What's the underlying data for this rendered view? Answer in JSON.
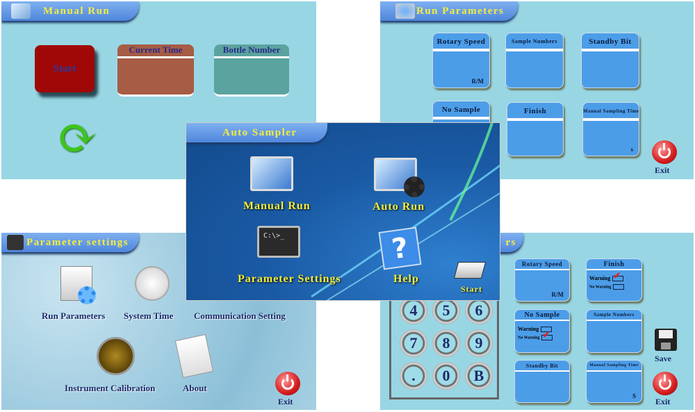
{
  "manual_run": {
    "title": "Manual Run",
    "start": "Start",
    "current_time": "Current Time",
    "bottle_number": "Bottle Number"
  },
  "run_parameters": {
    "title": "Run Parameters",
    "rotary_speed": "Rotary Speed",
    "rotary_unit": "R/M",
    "sample_numbers": "Sample Numbers",
    "standby_bit": "Standby Bit",
    "no_sample": "No Sample",
    "finish": "Finish",
    "manual_sampling_time": "Manual Sampling Time",
    "time_unit": "s",
    "exit": "Exit"
  },
  "parameter_settings": {
    "title": "Parameter settings",
    "items": [
      "Run Parameters",
      "System Time",
      "Communication Setting",
      "Instrument Calibration",
      "About"
    ],
    "exit": "Exit"
  },
  "auto_run_params": {
    "title_fragment": "rs",
    "rotary_speed": "Rotary Speed",
    "rotary_unit": "R/M",
    "finish": "Finish",
    "warning": "Warning",
    "no_warning": "No Warning",
    "finish_warning_checked": true,
    "no_sample": "No Sample",
    "no_sample_no_warning_checked": true,
    "sample_numbers": "Sample Numbers",
    "standby_bit": "Standby Bit",
    "manual_sampling_time": "Manual Sampling Time",
    "time_unit": "S",
    "keys": [
      "4",
      "5",
      "6",
      "7",
      "8",
      "9",
      ".",
      "0",
      "B"
    ],
    "save": "Save",
    "exit": "Exit"
  },
  "auto_sampler": {
    "title": "Auto Sampler",
    "manual_run": "Manual Run",
    "auto_run": "Auto Run",
    "parameter_settings": "Parameter Settings",
    "help": "Help",
    "start": "Start"
  }
}
